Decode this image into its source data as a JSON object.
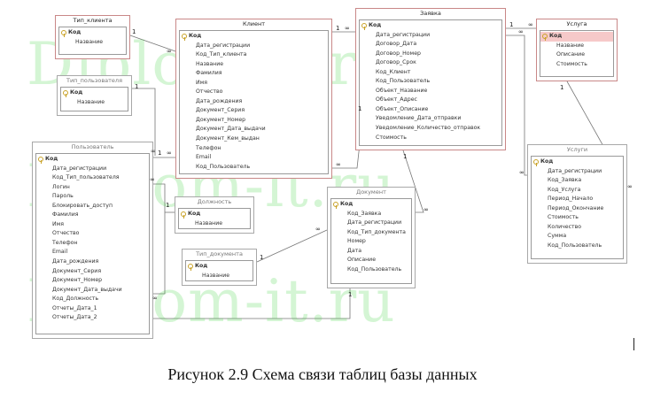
{
  "watermark": "Diplom-it.ru",
  "caption": "Рисунок 2.9 Схема связи таблиц базы данных",
  "cardinality": {
    "one": "1",
    "many": "∞"
  },
  "tables": [
    {
      "id": "tip_klienta",
      "title": "Тип_клиента",
      "style": "red",
      "fields": [
        "Код",
        "Название"
      ],
      "key": 0,
      "highlight": false
    },
    {
      "id": "tip_polzovatelya",
      "title": "Тип_пользователя",
      "style": "grey",
      "fields": [
        "Код",
        "Название"
      ],
      "key": 0,
      "highlight": false
    },
    {
      "id": "klient",
      "title": "Клиент",
      "style": "red",
      "fields": [
        "Код",
        "Дата_регистрации",
        "Код_Тип_клиента",
        "Название",
        "Фамилия",
        "Имя",
        "Отчество",
        "Дата_рождения",
        "Документ_Серия",
        "Документ_Номер",
        "Документ_Дата_выдачи",
        "Документ_Кем_выдан",
        "Телефон",
        "Email",
        "Код_Пользователь"
      ],
      "key": 0,
      "highlight": false
    },
    {
      "id": "zayavka",
      "title": "Заявка",
      "style": "red",
      "fields": [
        "Код",
        "Дата_регистрации",
        "Договор_Дата",
        "Договор_Номер",
        "Договор_Срок",
        "Код_Клиент",
        "Код_Пользователь",
        "Объект_Название",
        "Объект_Адрес",
        "Объект_Описание",
        "Уведомление_Дата_отправки",
        "Уведомление_Количество_отправок",
        "Стоимость"
      ],
      "key": 0,
      "highlight": false
    },
    {
      "id": "usluga",
      "title": "Услуга",
      "style": "red",
      "fields": [
        "Код",
        "Название",
        "Описание",
        "Стоимость"
      ],
      "key": 0,
      "highlight": true
    },
    {
      "id": "polzovatel",
      "title": "Пользователь",
      "style": "grey",
      "fields": [
        "Код",
        "Дата_регистрации",
        "Код_Тип_пользователя",
        "Логин",
        "Пароль",
        "Блокировать_доступ",
        "Фамилия",
        "Имя",
        "Отчество",
        "Телефон",
        "Email",
        "Дата_рождения",
        "Документ_Серия",
        "Документ_Номер",
        "Документ_Дата_выдачи",
        "Код_Должность",
        "Отчеты_Дата_1",
        "Отчеты_Дата_2"
      ],
      "key": 0,
      "highlight": false
    },
    {
      "id": "dolzhnost",
      "title": "Должность",
      "style": "grey",
      "fields": [
        "Код",
        "Название"
      ],
      "key": 0,
      "highlight": false
    },
    {
      "id": "tip_dokumenta",
      "title": "Тип_документа",
      "style": "grey",
      "fields": [
        "Код",
        "Название"
      ],
      "key": 0,
      "highlight": false
    },
    {
      "id": "dokument",
      "title": "Документ",
      "style": "grey",
      "fields": [
        "Код",
        "Код_Заявка",
        "Дата_регистрации",
        "Код_Тип_документа",
        "Номер",
        "Дата",
        "Описание",
        "Код_Пользователь"
      ],
      "key": 0,
      "highlight": false
    },
    {
      "id": "uslugi",
      "title": "Услуги",
      "style": "grey",
      "fields": [
        "Код",
        "Дата_регистрации",
        "Код_Заявка",
        "Код_Услуга",
        "Период_Начало",
        "Период_Окончание",
        "Стоимость",
        "Количество",
        "Сумма",
        "Код_Пользователь"
      ],
      "key": 0,
      "highlight": false
    }
  ]
}
